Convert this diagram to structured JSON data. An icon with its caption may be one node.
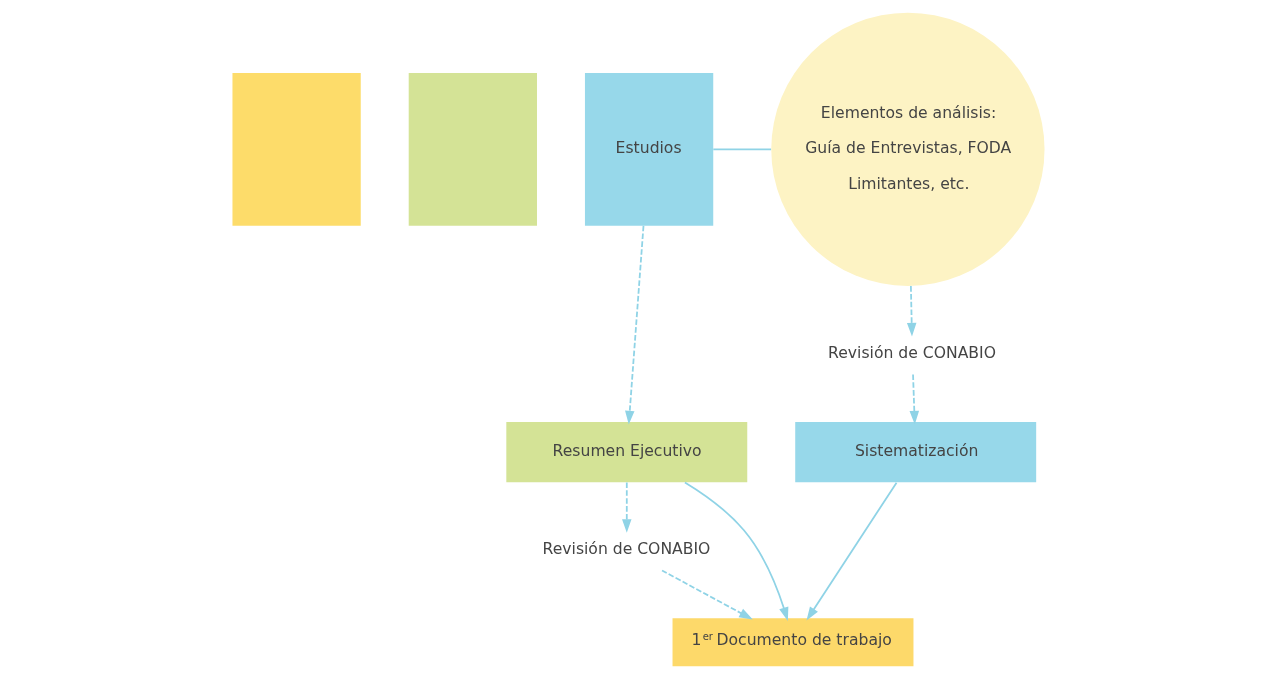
{
  "diagram": {
    "nodes": [
      {
        "text": [],
        "shape": "box"
      },
      {
        "text": [],
        "shape": "box"
      },
      {
        "text": [
          "Estudios"
        ]
      },
      {
        "text": [
          "Elementos de análisis:",
          "Guía de Entrevistas, FODA",
          "Limitantes, etc."
        ]
      },
      {
        "text": [
          "Revisión de CONABIO"
        ]
      },
      {
        "text": [
          "Resumen Ejecutivo"
        ]
      },
      {
        "text": [
          "Sistematización"
        ]
      },
      {
        "text": [
          "Revisión de CONABIO"
        ]
      },
      {
        "text": [
          "1$^{er}$ Documento de trabajo"
        ]
      }
    ],
    "edges": [
      {
        "from": 2,
        "to": 3,
        "arrow": "none"
      },
      {
        "from": 2,
        "to": 5,
        "arrow": "to",
        "style": "dashed"
      },
      {
        "from": 3,
        "to": 4,
        "arrow": "to",
        "style": "dashed"
      },
      {
        "from": 4,
        "to": 6,
        "arrow": "to",
        "style": "dashed"
      },
      {
        "from": 5,
        "to": 7,
        "arrow": "to",
        "style": "dashed"
      },
      {
        "from": 7,
        "to": 8,
        "arrow": "to",
        "style": "dashed"
      },
      {
        "from": 5,
        "to": 8,
        "arrow": "to"
      },
      {
        "from": 6,
        "to": 8,
        "arrow": "to"
      }
    ]
  }
}
